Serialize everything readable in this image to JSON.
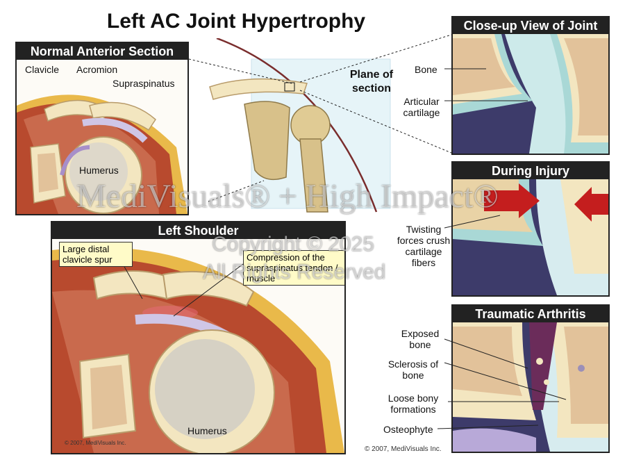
{
  "title": "Left AC Joint Hypertrophy",
  "panels": {
    "normal": {
      "header": "Normal Anterior Section",
      "labels": {
        "clavicle": "Clavicle",
        "acromion": "Acromion",
        "supraspinatus": "Supraspinatus",
        "humerus": "Humerus"
      }
    },
    "overview": {
      "plane_label": "Plane of section"
    },
    "left_shoulder": {
      "header": "Left Shoulder",
      "callout_spur": "Large distal clavicle spur",
      "callout_compression": "Compression of the supraspinatus tendon / muscle",
      "humerus": "Humerus",
      "copyright": "© 2007, MediVisuals Inc."
    },
    "closeup": {
      "header": "Close-up View of Joint",
      "bone": "Bone",
      "cartilage": "Articular cartilage"
    },
    "injury": {
      "header": "During Injury",
      "label": "Twisting forces crush cartilage fibers"
    },
    "arthritis": {
      "header": "Traumatic Arthritis",
      "exposed": "Exposed bone",
      "sclerosis": "Sclerosis of bone",
      "loose": "Loose bony formations",
      "osteophyte": "Osteophyte"
    }
  },
  "footer_copyright": "© 2007, MediVisuals Inc.",
  "watermark": {
    "line1": "MediVisuals® + High Impact®",
    "line2": "Copyright © 2025",
    "line3": "All Rights Reserved"
  },
  "colors": {
    "bone": "#f3e6c0",
    "marrow": "#e2c29a",
    "cartilage": "#a9d8d6",
    "muscle": "#b84a2e",
    "fat": "#e9b94a",
    "header": "#222222",
    "callout": "#fffbc8",
    "injury_arrow": "#c41e1e"
  }
}
